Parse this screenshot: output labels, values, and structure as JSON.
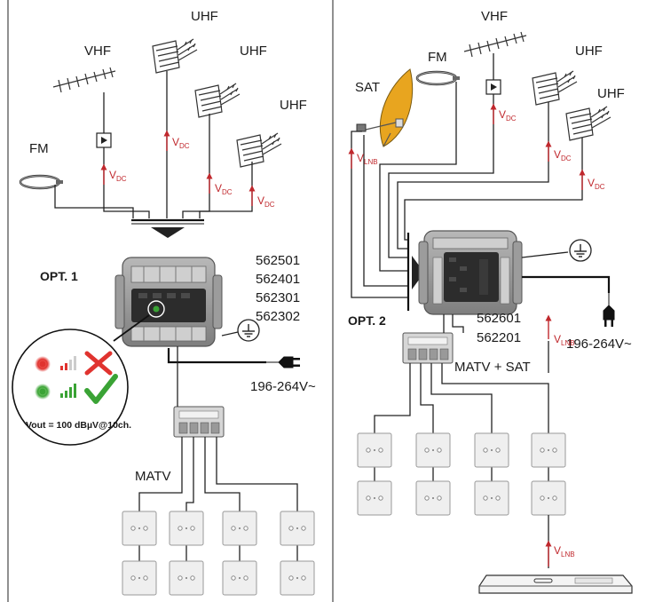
{
  "colors": {
    "accent_red": "#c0282d",
    "ok_green": "#3aa335",
    "bad_red": "#e0332f",
    "amplifier_gray": "#8f8f8f",
    "satellite_orange": "#e8a51f"
  },
  "left": {
    "antennas": {
      "uhf_top": "UHF",
      "vhf": "VHF",
      "uhf_mid": "UHF",
      "uhf_right": "UHF",
      "fm": "FM"
    },
    "vdc_main": "V",
    "vdc_sub": "DC",
    "option_label": "OPT. 1",
    "models": [
      "562501",
      "562401",
      "562301",
      "562302"
    ],
    "power": "196-264V~",
    "distribution_label": "MATV",
    "led_panel": {
      "vout_text": "Vout = 100 dBµV@10ch.",
      "bad_mark": "cross-icon",
      "good_mark": "check-icon"
    }
  },
  "right": {
    "antennas": {
      "vhf": "VHF",
      "fm": "FM",
      "sat": "SAT",
      "uhf_1": "UHF",
      "uhf_2": "UHF"
    },
    "vdc_main": "V",
    "vdc_sub": "DC",
    "vlnb_main": "V",
    "vlnb_sub": "LNB",
    "option_label": "OPT. 2",
    "models": [
      "562601",
      "562201"
    ],
    "power": "196-264V~",
    "distribution_label": "MATV + SAT"
  }
}
